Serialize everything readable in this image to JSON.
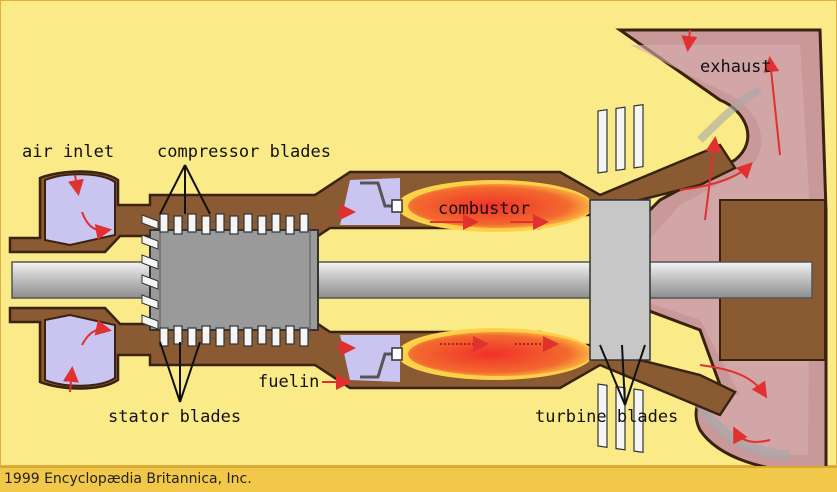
{
  "labels": {
    "air_inlet": "air inlet",
    "compressor_blades": "compressor blades",
    "combustor": "combustor",
    "exhaust": "exhaust",
    "fuel_in": "fuelin",
    "stator_blades": "stator blades",
    "turbine_blades": "turbine blades"
  },
  "credit": "1999 Encyclopædia Britannica, Inc.",
  "colors": {
    "background": "#fbea88",
    "casing": "#8a5a32",
    "casing_outline": "#3a2210",
    "shaft": "#c8c8c8",
    "drum": "#9a9a9a",
    "inlet_air": "#c9c4f0",
    "flame": "#f04a2a",
    "flame_outer": "#ffb347",
    "exhaust_duct": "#c9999a",
    "arrow": "#e03030"
  }
}
